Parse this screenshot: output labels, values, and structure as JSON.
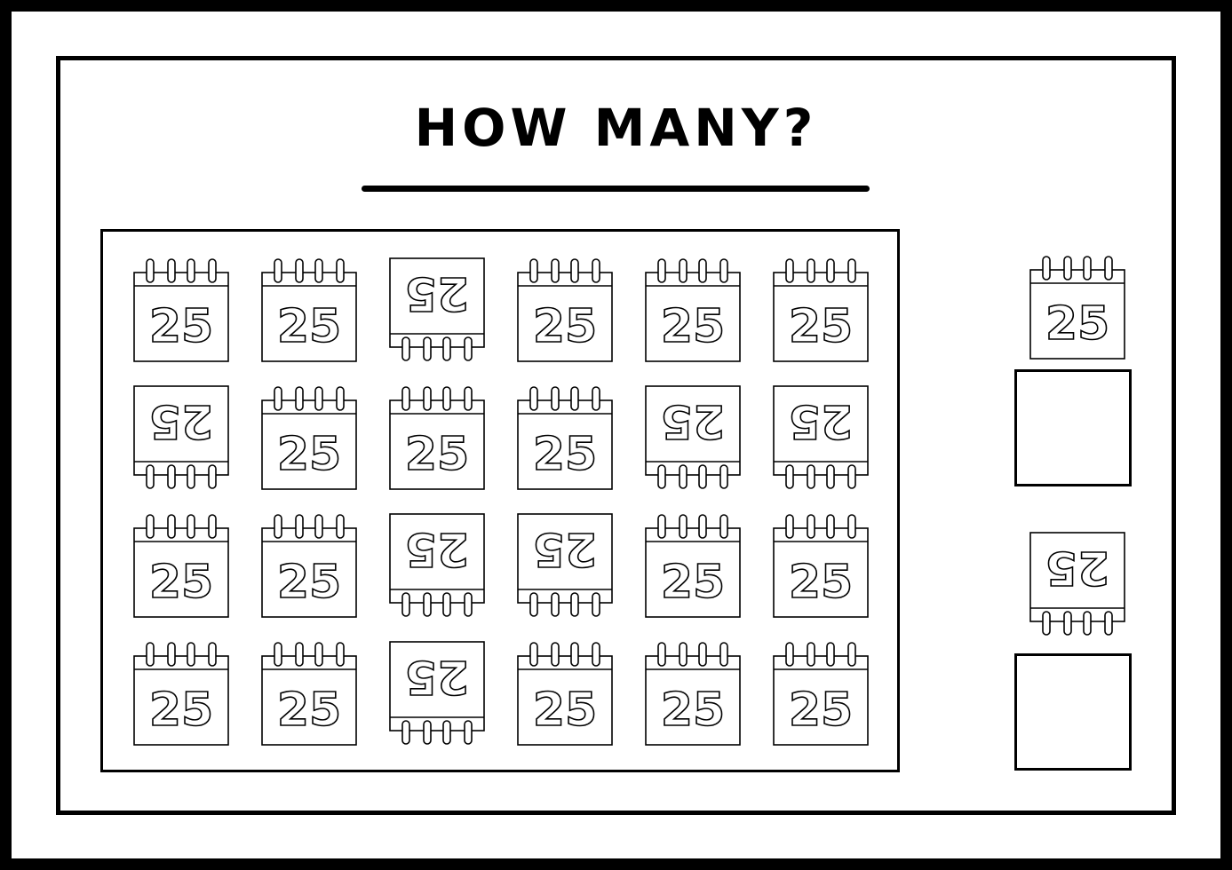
{
  "title": "HOW MANY?",
  "calendar_number": "25",
  "grid": [
    [
      "upright",
      "upright",
      "flipped",
      "upright",
      "upright",
      "upright"
    ],
    [
      "flipped",
      "upright",
      "upright",
      "upright",
      "flipped",
      "flipped"
    ],
    [
      "upright",
      "upright",
      "flipped",
      "flipped",
      "upright",
      "upright"
    ],
    [
      "upright",
      "upright",
      "flipped",
      "upright",
      "upright",
      "upright"
    ]
  ],
  "answer_rows": [
    {
      "orientation": "upright",
      "answer": ""
    },
    {
      "orientation": "flipped",
      "answer": ""
    }
  ],
  "colors": {
    "ink": "#000000",
    "paper": "#ffffff",
    "border": "#000000"
  },
  "icons": {
    "calendar": "calendar-icon"
  }
}
